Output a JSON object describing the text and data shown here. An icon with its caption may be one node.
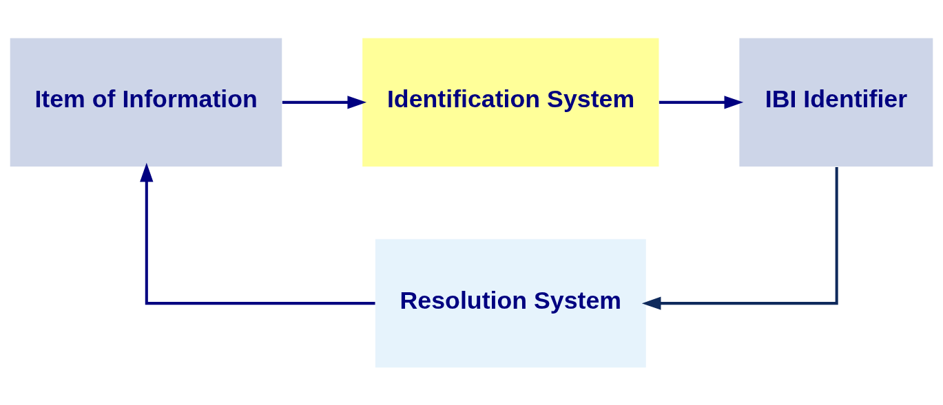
{
  "diagram": {
    "nodes": [
      {
        "text": [
          "Item of Information"
        ]
      },
      {
        "text": [
          "Identification System"
        ]
      },
      {
        "text": [
          "IBI Identifier"
        ]
      },
      {
        "text": [
          "Resolution System"
        ]
      }
    ],
    "edges": [
      {
        "from": 0,
        "to": 1,
        "arrow": "to"
      },
      {
        "from": 1,
        "to": 2,
        "arrow": "to"
      },
      {
        "from": 2,
        "to": 3,
        "arrow": "to",
        "color": "#0f2a5c"
      },
      {
        "from": 3,
        "to": 0,
        "arrow": "to"
      }
    ]
  }
}
